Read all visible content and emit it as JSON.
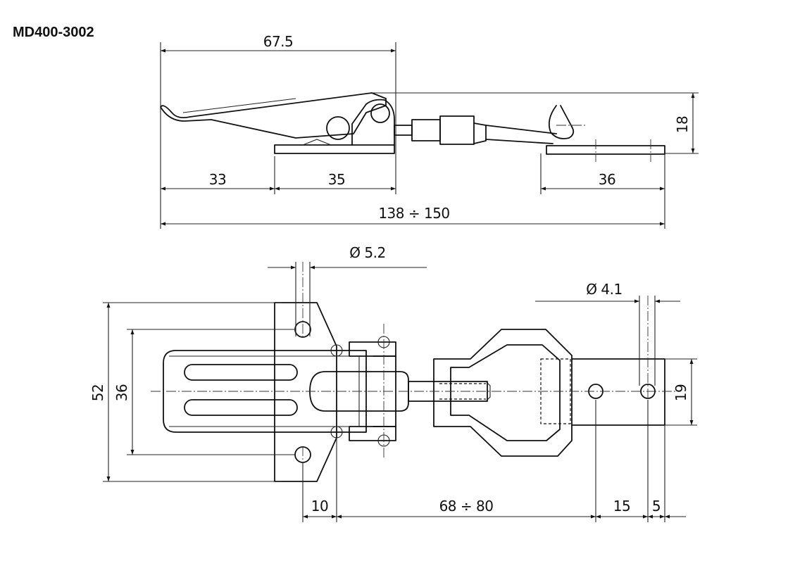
{
  "title": "MD400-3002",
  "side_view": {
    "dims": {
      "top_length": "67.5",
      "left_offset": "33",
      "base_length": "35",
      "right_plate": "36",
      "height": "18",
      "overall": "138 ÷ 150"
    }
  },
  "plan_view": {
    "dims": {
      "hole_diameter": "Ø 5.2",
      "keeper_hole_diameter": "Ø 4.1",
      "overall_width": "52",
      "hole_spacing_width": "36",
      "keeper_width": "19",
      "hole_to_pivot": "10",
      "adjust_range": "68 ÷ 80",
      "keeper_hole_pitch": "15",
      "keeper_edge": "5"
    }
  }
}
